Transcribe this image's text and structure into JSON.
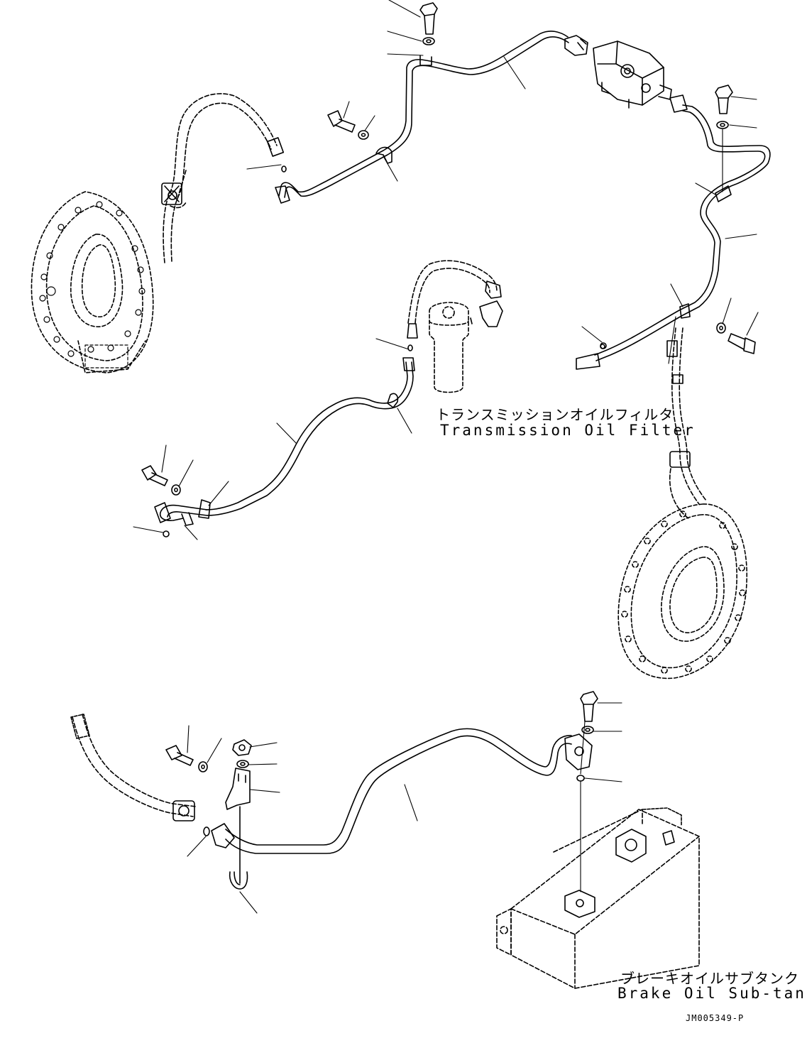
{
  "labels": {
    "filter_jp": "トランスミッションオイルフィルタ",
    "filter_en": "Transmission Oil Filter",
    "tank_jp": "ブレーキオイルサブタンク",
    "tank_en": "Brake Oil Sub-tank",
    "drawing_code": "JM005349-P"
  },
  "colors": {
    "line": "#000000",
    "background": "#ffffff"
  }
}
